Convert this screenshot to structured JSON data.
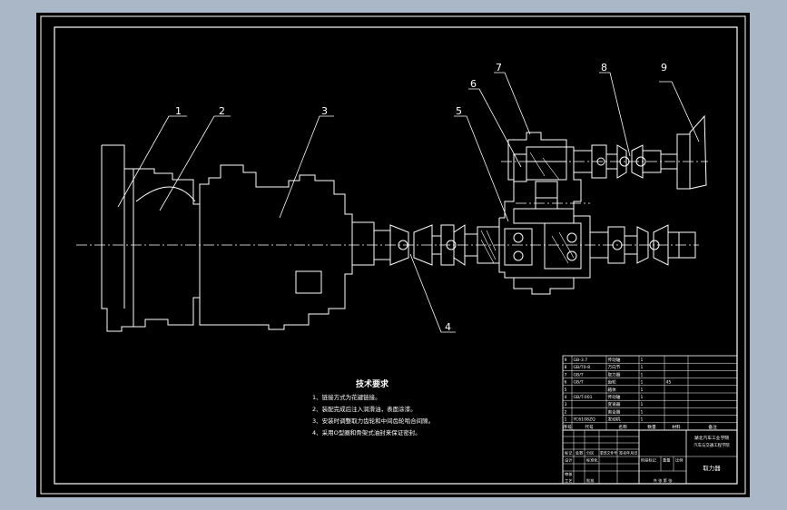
{
  "colors": {
    "frame": "#a9b7c7",
    "paper": "#000000",
    "line": "#ffffff",
    "centerline": "#ffffff",
    "leader": "#ffffff"
  },
  "part_labels": [
    "1",
    "2",
    "3",
    "4",
    "5",
    "6",
    "7",
    "8",
    "9"
  ],
  "tech_requirements": {
    "title": "技术要求",
    "items": [
      "1、链接方式为花键链接。",
      "2、装配完成后注入润滑油，表面涂漆。",
      "3、安装时调整取力齿轮和中间齿轮啮合间隙。",
      "4、采用O型圈和骨架式油封来保证密封。"
    ]
  },
  "bom": {
    "rows": [
      {
        "no": "9",
        "code": "GB-3.7",
        "name": "传动轴",
        "qty": "1",
        "mat": "",
        "note": ""
      },
      {
        "no": "8",
        "code": "GB/T0-8",
        "name": "万向节",
        "qty": "1",
        "mat": "",
        "note": ""
      },
      {
        "no": "7",
        "code": "GB/T",
        "name": "取力器",
        "qty": "1",
        "mat": "",
        "note": ""
      },
      {
        "no": "6",
        "code": "GB/T",
        "name": "齿轮",
        "qty": "1",
        "mat": "45",
        "note": ""
      },
      {
        "no": "5",
        "code": "",
        "name": "箱体",
        "qty": "1",
        "mat": "",
        "note": ""
      },
      {
        "no": "4",
        "code": "GB/T-001",
        "name": "传动轴",
        "qty": "1",
        "mat": "",
        "note": ""
      },
      {
        "no": "3",
        "code": "",
        "name": "变速器",
        "qty": "1",
        "mat": "",
        "note": ""
      },
      {
        "no": "2",
        "code": "",
        "name": "离合器",
        "qty": "1",
        "mat": "",
        "note": ""
      },
      {
        "no": "1",
        "code": "YC6108ZQ",
        "name": "发动机",
        "qty": "1",
        "mat": "",
        "note": ""
      }
    ],
    "header": {
      "no": "序号",
      "code": "代号",
      "name": "名称",
      "qty": "数量",
      "mat": "材料",
      "note": "备注"
    }
  },
  "title_block": {
    "school": "湖北汽车工业学院",
    "dept": "汽车与交通工程学院",
    "drawing_title": "取力器",
    "mark_label": "标记",
    "count_label": "处数",
    "zone_label": "分区",
    "change_label": "更改文件号",
    "sign_label": "签名",
    "date_label": "年月日",
    "stage_label": "阶段标记",
    "weight_label": "重量",
    "scale_label": "比例",
    "design_label": "设计",
    "review_label": "审核",
    "process_label": "工艺",
    "approve_label": "批准",
    "std_label": "标准化",
    "sheet_label": "共 张 第 张"
  }
}
